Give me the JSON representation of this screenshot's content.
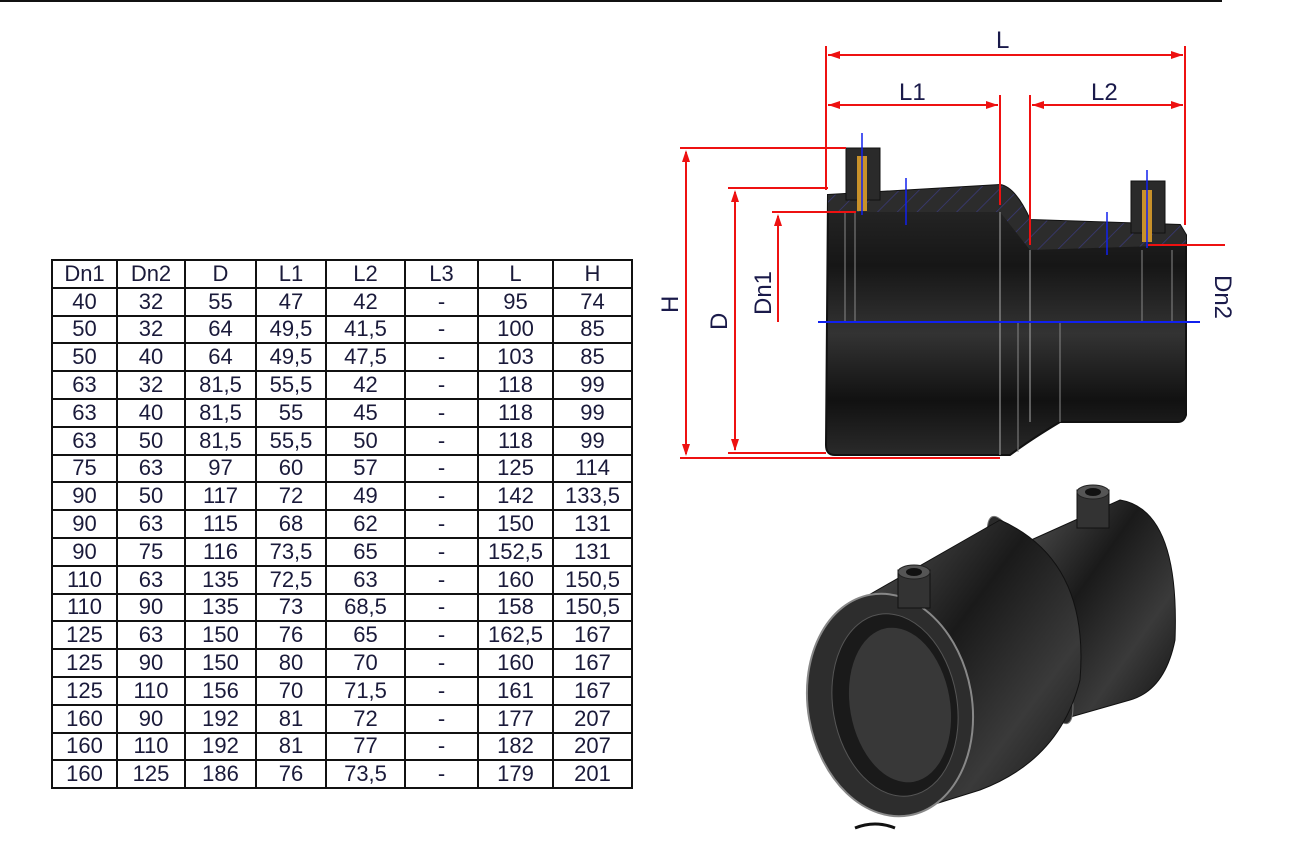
{
  "table": {
    "headers": [
      "Dn1",
      "Dn2",
      "D",
      "L1",
      "L2",
      "L3",
      "L",
      "H"
    ],
    "rows": [
      [
        "40",
        "32",
        "55",
        "47",
        "42",
        "-",
        "95",
        "74"
      ],
      [
        "50",
        "32",
        "64",
        "49,5",
        "41,5",
        "-",
        "100",
        "85"
      ],
      [
        "50",
        "40",
        "64",
        "49,5",
        "47,5",
        "-",
        "103",
        "85"
      ],
      [
        "63",
        "32",
        "81,5",
        "55,5",
        "42",
        "-",
        "118",
        "99"
      ],
      [
        "63",
        "40",
        "81,5",
        "55",
        "45",
        "-",
        "118",
        "99"
      ],
      [
        "63",
        "50",
        "81,5",
        "55,5",
        "50",
        "-",
        "118",
        "99"
      ],
      [
        "75",
        "63",
        "97",
        "60",
        "57",
        "-",
        "125",
        "114"
      ],
      [
        "90",
        "50",
        "117",
        "72",
        "49",
        "-",
        "142",
        "133,5"
      ],
      [
        "90",
        "63",
        "115",
        "68",
        "62",
        "-",
        "150",
        "131"
      ],
      [
        "90",
        "75",
        "116",
        "73,5",
        "65",
        "-",
        "152,5",
        "131"
      ],
      [
        "110",
        "63",
        "135",
        "72,5",
        "63",
        "-",
        "160",
        "150,5"
      ],
      [
        "110",
        "90",
        "135",
        "73",
        "68,5",
        "-",
        "158",
        "150,5"
      ],
      [
        "125",
        "63",
        "150",
        "76",
        "65",
        "-",
        "162,5",
        "167"
      ],
      [
        "125",
        "90",
        "150",
        "80",
        "70",
        "-",
        "160",
        "167"
      ],
      [
        "125",
        "110",
        "156",
        "70",
        "71,5",
        "-",
        "161",
        "167"
      ],
      [
        "160",
        "90",
        "192",
        "81",
        "72",
        "-",
        "177",
        "207"
      ],
      [
        "160",
        "110",
        "192",
        "81",
        "77",
        "-",
        "182",
        "207"
      ],
      [
        "160",
        "125",
        "186",
        "76",
        "73,5",
        "-",
        "179",
        "201"
      ]
    ]
  },
  "drawing": {
    "labels": {
      "L": "L",
      "L1": "L1",
      "L2": "L2",
      "H": "H",
      "D": "D",
      "Dn1": "Dn1",
      "Dn2": "Dn2"
    },
    "colors": {
      "dimension": "#ee1111",
      "centerline": "#1020ee",
      "body": "#1b1b1b"
    }
  }
}
